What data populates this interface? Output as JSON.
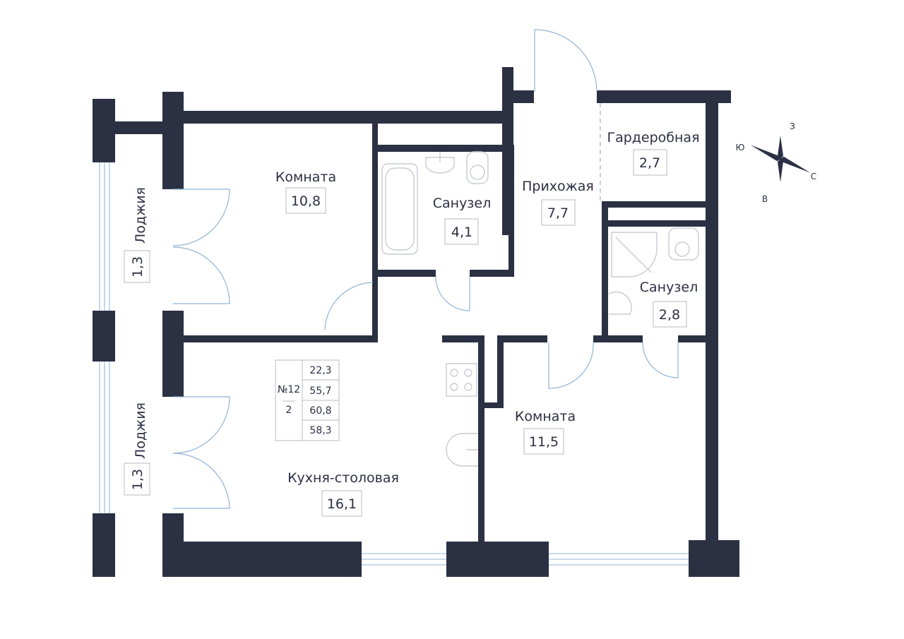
{
  "rooms": {
    "room1": {
      "name": "Комната",
      "area": "10,8"
    },
    "bath1": {
      "name": "Санузел",
      "area": "4,1"
    },
    "hall": {
      "name": "Прихожая",
      "area": "7,7"
    },
    "wardrobe": {
      "name": "Гардеробная",
      "area": "2,7"
    },
    "bath2": {
      "name": "Санузел",
      "area": "2,8"
    },
    "loggia1": {
      "name": "Лоджия",
      "area": "1,3"
    },
    "loggia2": {
      "name": "Лоджия",
      "area": "1,3"
    },
    "kitchen": {
      "name": "Кухня-столовая",
      "area": "16,1"
    },
    "room2": {
      "name": "Комната",
      "area": "11,5"
    }
  },
  "apartment": {
    "number": "№12",
    "rooms": "2",
    "areas": [
      "22,3",
      "55,7",
      "60,8",
      "58,3"
    ]
  },
  "compass": {
    "north": "З",
    "east": "С",
    "south": "В",
    "west": "Ю"
  },
  "colors": {
    "wall": "#2b3043",
    "door": "#8fb3d6"
  }
}
